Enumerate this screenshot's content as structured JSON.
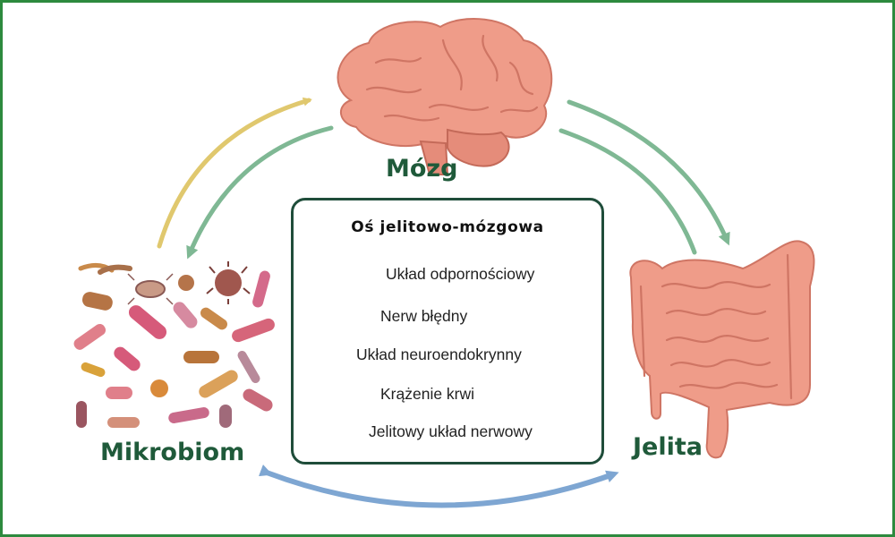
{
  "labels": {
    "brain": "Mózg",
    "microbiome": "Mikrobiom",
    "gut": "Jelita"
  },
  "legend": {
    "title": "Oś jelitowo-mózgowa",
    "items": [
      {
        "label": "Układ odpornościowy",
        "icon": "blood-cells-icon"
      },
      {
        "label": "Nerw błędny",
        "icon": "neuron-icon"
      },
      {
        "label": "Układ neuroendokrynny",
        "icon": "cell-icon"
      },
      {
        "label": "Krążenie krwi",
        "icon": "red-blood-cell-icon"
      },
      {
        "label": "Jelitowy układ nerwowy",
        "icon": "enteric-cell-icon"
      }
    ]
  },
  "colors": {
    "border": "#2d8a3e",
    "label": "#1f5a3a",
    "arrow_yellow": "#e0c86e",
    "arrow_green": "#7fb894",
    "arrow_blue": "#7ea6d2",
    "organ_pink": "#ee9b88"
  }
}
